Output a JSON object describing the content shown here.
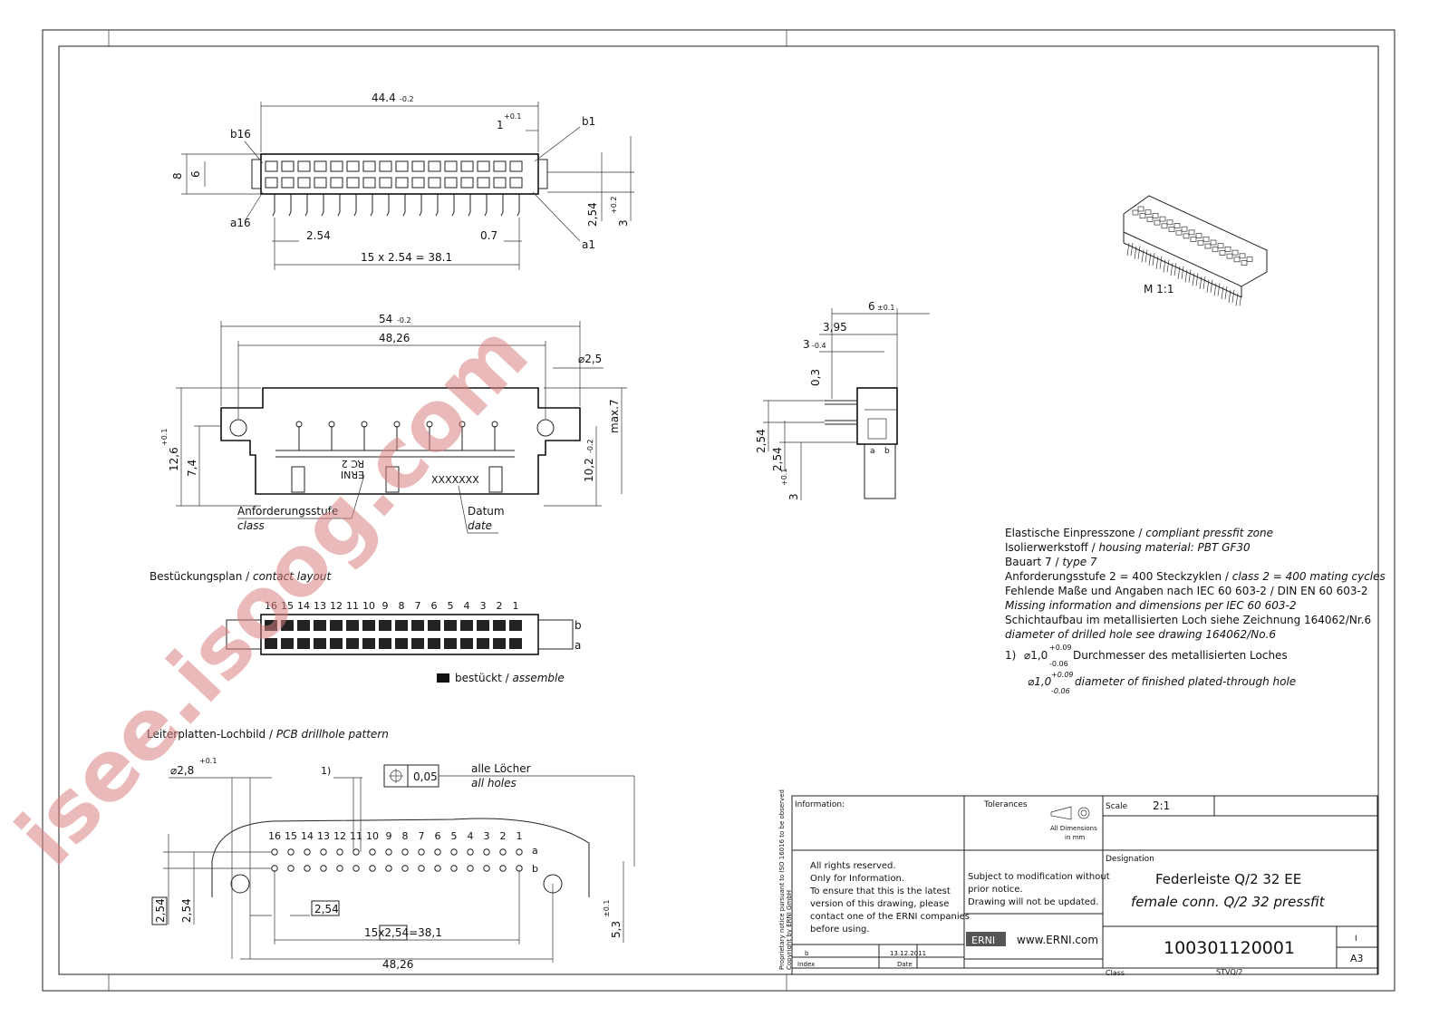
{
  "top_view": {
    "dim_overall": "44.4",
    "dim_overall_tol": "-0.2",
    "dim_1": "1",
    "dim_1_tol": "+0.1",
    "label_b16": "b16",
    "label_b1": "b1",
    "label_a16": "a16",
    "label_a1": "a1",
    "dim_8": "8",
    "dim_6": "6",
    "dim_254_left": "2.54",
    "dim_07": "0.7",
    "dim_pitch": "15 x 2.54 = 38.1",
    "dim_254_right": "2,54",
    "dim_3": "3",
    "dim_3_tol": "+0.2"
  },
  "front_view": {
    "dim_54": "54",
    "dim_54_tol": "-0.2",
    "dim_4826": "48,26",
    "dim_hole": "2,5",
    "dim_max7": "max.7",
    "dim_126": "12,6",
    "dim_126_tol": "+0.1",
    "dim_74": "7,4",
    "dim_102": "10,2",
    "dim_102_tol": "-0.2",
    "marking_erni": "ERNI",
    "marking_rc": "RC 2",
    "marking_date": "XXXXXXX",
    "label_class_de": "Anforderungsstufe",
    "label_class_en": "class",
    "label_date_de": "Datum",
    "label_date_en": "date"
  },
  "side_view": {
    "dim_6": "6",
    "dim_6_tol": "±0.1",
    "dim_395": "3,95",
    "dim_3": "3",
    "dim_3_tol": "-0.4",
    "dim_03": "0,3",
    "dim_254a": "2,54",
    "dim_254b": "2,54",
    "dim_3b": "3",
    "dim_3b_tol": "+0.1",
    "label_a": "a",
    "label_b": "b"
  },
  "iso_view": {
    "scale_label": "M 1:1"
  },
  "contact_layout": {
    "title_de": "Bestückungsplan / ",
    "title_en": "contact layout",
    "numbers": [
      "16",
      "15",
      "14",
      "13",
      "12",
      "11",
      "10",
      "9",
      "8",
      "7",
      "6",
      "5",
      "4",
      "3",
      "2",
      "1"
    ],
    "row_b": "b",
    "row_a": "a",
    "legend_de": "bestückt / ",
    "legend_en": "assemble"
  },
  "pcb_pattern": {
    "title_de": "Leiterplatten-Lochbild / ",
    "title_en": "PCB drillhole pattern",
    "dim_hole": "2,8",
    "dim_hole_tol": "+0.1",
    "note_ref": "1)",
    "tolerance_value": "0,05",
    "all_holes_de": "alle Löcher",
    "all_holes_en": "all holes",
    "numbers": [
      "16",
      "15",
      "14",
      "13",
      "12",
      "11",
      "10",
      "9",
      "8",
      "7",
      "6",
      "5",
      "4",
      "3",
      "2",
      "1"
    ],
    "row_a": "a",
    "row_b": "b",
    "dim_254_box": "2,54",
    "dim_254": "2,54",
    "dim_254_row": "2,54",
    "dim_pitch_pre": "15x",
    "dim_pitch_box": "2,54",
    "dim_pitch_post": "=38,1",
    "dim_4826": "48,26",
    "dim_53": "5,3",
    "dim_53_tol": "±0.1"
  },
  "notes": {
    "line1_de": "Elastische Einpresszone / ",
    "line1_en": "compliant pressfit zone",
    "line2_de": "Isolierwerkstoff / ",
    "line2_en": "housing material: PBT GF30",
    "line3_de": "Bauart 7 / ",
    "line3_en": "type 7",
    "line4_de": "Anforderungsstufe 2 = 400 Steckzyklen / ",
    "line4_en": "class 2 = 400 mating cycles",
    "line5": "Fehlende Maße und Angaben nach IEC 60 603-2 / DIN EN 60 603-2",
    "line6": "Missing information and dimensions per IEC 60 603-2",
    "line7": "Schichtaufbau im metallisierten Loch siehe Zeichnung 164062/Nr.6",
    "line8": "diameter of drilled hole see drawing 164062/No.6",
    "fn_ref": "1)",
    "fn_dia": "1,0",
    "fn_tol_plus": "+0.09",
    "fn_tol_minus": "-0.06",
    "fn_text_de": "Durchmesser des metallisierten Loches",
    "fn_text_en": "diameter of finished plated-through hole"
  },
  "title_block": {
    "information_label": "Information:",
    "tolerances_label": "Tolerances",
    "all_dimensions": "All Dimensions",
    "in_mm": "in mm",
    "scale_label": "Scale",
    "scale_value": "2:1",
    "rights": [
      "All rights reserved.",
      "Only for Information.",
      "To ensure that this is the latest",
      "version of this drawing, please",
      "contact one of the ERNI companies",
      "before using."
    ],
    "subject": [
      "Subject to modification without",
      "prior notice.",
      "Drawing will not be updated."
    ],
    "designation_label": "Designation",
    "designation_de": "Federleiste Q/2 32 EE",
    "designation_en": "female conn. Q/2 32 pressfit",
    "erni_logo": "ERNI",
    "website": "www.ERNI.com",
    "part_number": "100301120001",
    "revision": "I",
    "format": "A3",
    "class_label": "Class",
    "class_value": "STVQ/2",
    "index_label": "Index",
    "index_value": "b",
    "date_label": "Date",
    "date_value": "13.12.2011",
    "copyright": "Copyright by ERNI GmbH",
    "protection": "Proprietary notice pursuant to ISO 16016 to be observed"
  },
  "watermark": "isee.isoog.com"
}
